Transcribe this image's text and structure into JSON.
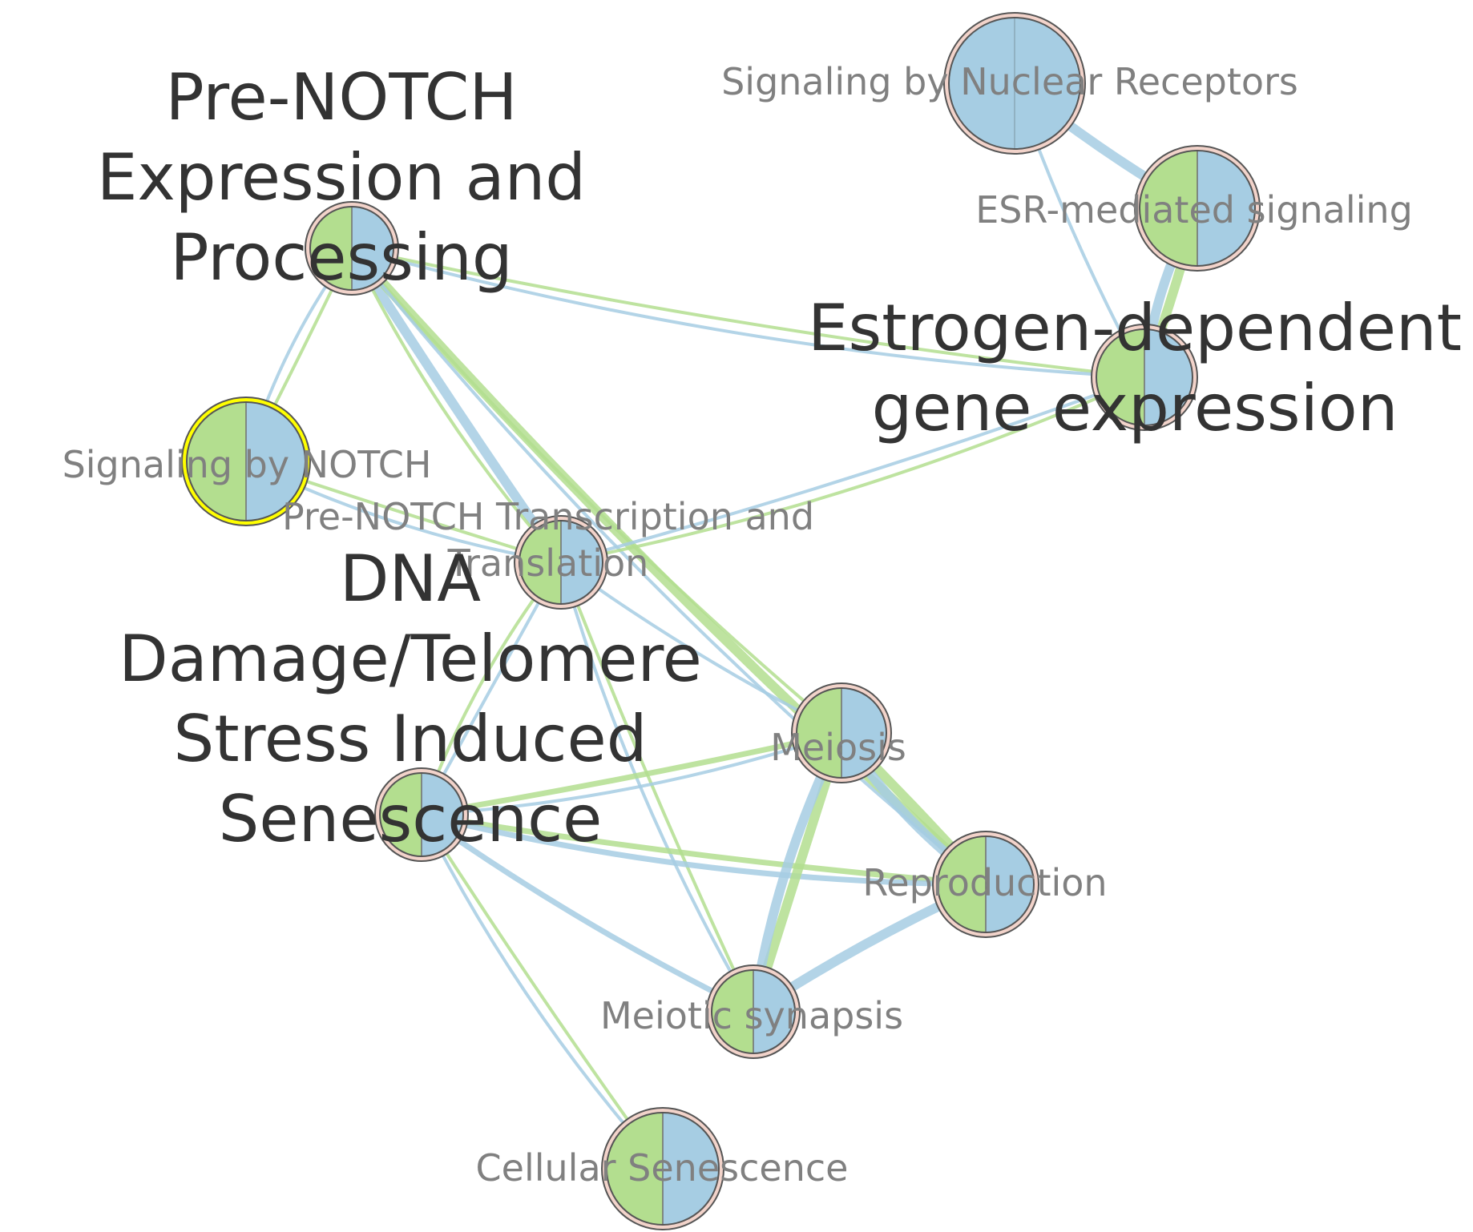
{
  "colors": {
    "green": "#b3de8f",
    "blue": "#a6cde3",
    "node_border": "#555555",
    "node_ring": "#f2d3ca",
    "highlight_ring": "#ffff00",
    "label_small": "#808080",
    "label_big": "#333333"
  },
  "nodes": [
    {
      "id": "nuclear",
      "label_lines": [
        "Signaling by Nuclear Receptors"
      ],
      "size": "large",
      "ring": "pink",
      "slices": {
        "green": 0,
        "blue": 1
      }
    },
    {
      "id": "esr",
      "label_lines": [
        "ESR-mediated signaling"
      ],
      "size": "medium",
      "ring": "pink",
      "slices": {
        "green": 0.5,
        "blue": 0.5
      }
    },
    {
      "id": "estrogen",
      "label_lines": [
        "Estrogen-dependent",
        "gene expression"
      ],
      "size": "medium",
      "ring": "pink",
      "slices": {
        "green": 0.5,
        "blue": 0.5
      }
    },
    {
      "id": "prenotch",
      "label_lines": [
        "Pre-NOTCH",
        "Expression and",
        "Processing"
      ],
      "size": "small",
      "ring": "pink",
      "slices": {
        "green": 0.5,
        "blue": 0.5
      }
    },
    {
      "id": "signotch",
      "label_lines": [
        "Signaling by NOTCH"
      ],
      "size": "large",
      "ring": "yellow",
      "slices": {
        "green": 0.5,
        "blue": 0.5
      }
    },
    {
      "id": "pretrans",
      "label_lines": [
        "Pre-NOTCH Transcription and",
        "Translation"
      ],
      "size": "small",
      "ring": "pink",
      "slices": {
        "green": 0.5,
        "blue": 0.5
      }
    },
    {
      "id": "dna",
      "label_lines": [
        "DNA",
        "Damage/Telomere",
        "Stress Induced",
        "Senescence"
      ],
      "size": "small",
      "ring": "pink",
      "slices": {
        "green": 0.5,
        "blue": 0.5
      }
    },
    {
      "id": "meiosis",
      "label_lines": [
        "Meiosis"
      ],
      "size": "small",
      "ring": "pink",
      "slices": {
        "green": 0.5,
        "blue": 0.5
      }
    },
    {
      "id": "repro",
      "label_lines": [
        "Reproduction"
      ],
      "size": "medium",
      "ring": "pink",
      "slices": {
        "green": 0.5,
        "blue": 0.5
      }
    },
    {
      "id": "synapsis",
      "label_lines": [
        "Meiotic synapsis"
      ],
      "size": "small",
      "ring": "pink",
      "slices": {
        "green": 0.5,
        "blue": 0.5
      }
    },
    {
      "id": "cellsen",
      "label_lines": [
        "Cellular Senescence"
      ],
      "size": "medium",
      "ring": "pink",
      "slices": {
        "green": 0.5,
        "blue": 0.5
      }
    }
  ],
  "edges": [
    {
      "source": "nuclear",
      "target": "esr",
      "color": "blue",
      "weight": 3
    },
    {
      "source": "nuclear",
      "target": "estrogen",
      "color": "blue",
      "weight": 1
    },
    {
      "source": "esr",
      "target": "estrogen",
      "color": "green",
      "weight": 3
    },
    {
      "source": "esr",
      "target": "estrogen",
      "color": "blue",
      "weight": 3
    },
    {
      "source": "prenotch",
      "target": "estrogen",
      "color": "green",
      "weight": 1
    },
    {
      "source": "prenotch",
      "target": "estrogen",
      "color": "blue",
      "weight": 1
    },
    {
      "source": "prenotch",
      "target": "signotch",
      "color": "green",
      "weight": 1
    },
    {
      "source": "prenotch",
      "target": "signotch",
      "color": "blue",
      "weight": 1
    },
    {
      "source": "prenotch",
      "target": "pretrans",
      "color": "blue",
      "weight": 3
    },
    {
      "source": "prenotch",
      "target": "pretrans",
      "color": "green",
      "weight": 1
    },
    {
      "source": "prenotch",
      "target": "meiosis",
      "color": "green",
      "weight": 1
    },
    {
      "source": "prenotch",
      "target": "repro",
      "color": "green",
      "weight": 3
    },
    {
      "source": "prenotch",
      "target": "repro",
      "color": "blue",
      "weight": 1
    },
    {
      "source": "signotch",
      "target": "pretrans",
      "color": "green",
      "weight": 1
    },
    {
      "source": "signotch",
      "target": "pretrans",
      "color": "blue",
      "weight": 1
    },
    {
      "source": "pretrans",
      "target": "estrogen",
      "color": "blue",
      "weight": 1
    },
    {
      "source": "pretrans",
      "target": "estrogen",
      "color": "green",
      "weight": 1
    },
    {
      "source": "pretrans",
      "target": "dna",
      "color": "blue",
      "weight": 1
    },
    {
      "source": "pretrans",
      "target": "dna",
      "color": "green",
      "weight": 1
    },
    {
      "source": "pretrans",
      "target": "meiosis",
      "color": "blue",
      "weight": 1
    },
    {
      "source": "pretrans",
      "target": "synapsis",
      "color": "green",
      "weight": 1
    },
    {
      "source": "pretrans",
      "target": "synapsis",
      "color": "blue",
      "weight": 1
    },
    {
      "source": "dna",
      "target": "meiosis",
      "color": "green",
      "weight": 2
    },
    {
      "source": "dna",
      "target": "meiosis",
      "color": "blue",
      "weight": 1
    },
    {
      "source": "dna",
      "target": "synapsis",
      "color": "blue",
      "weight": 2
    },
    {
      "source": "dna",
      "target": "repro",
      "color": "green",
      "weight": 2
    },
    {
      "source": "dna",
      "target": "repro",
      "color": "blue",
      "weight": 2
    },
    {
      "source": "dna",
      "target": "cellsen",
      "color": "green",
      "weight": 1
    },
    {
      "source": "dna",
      "target": "cellsen",
      "color": "blue",
      "weight": 1
    },
    {
      "source": "meiosis",
      "target": "repro",
      "color": "green",
      "weight": 3
    },
    {
      "source": "meiosis",
      "target": "repro",
      "color": "blue",
      "weight": 3
    },
    {
      "source": "meiosis",
      "target": "synapsis",
      "color": "green",
      "weight": 3
    },
    {
      "source": "meiosis",
      "target": "synapsis",
      "color": "blue",
      "weight": 3
    },
    {
      "source": "repro",
      "target": "synapsis",
      "color": "blue",
      "weight": 3
    }
  ]
}
